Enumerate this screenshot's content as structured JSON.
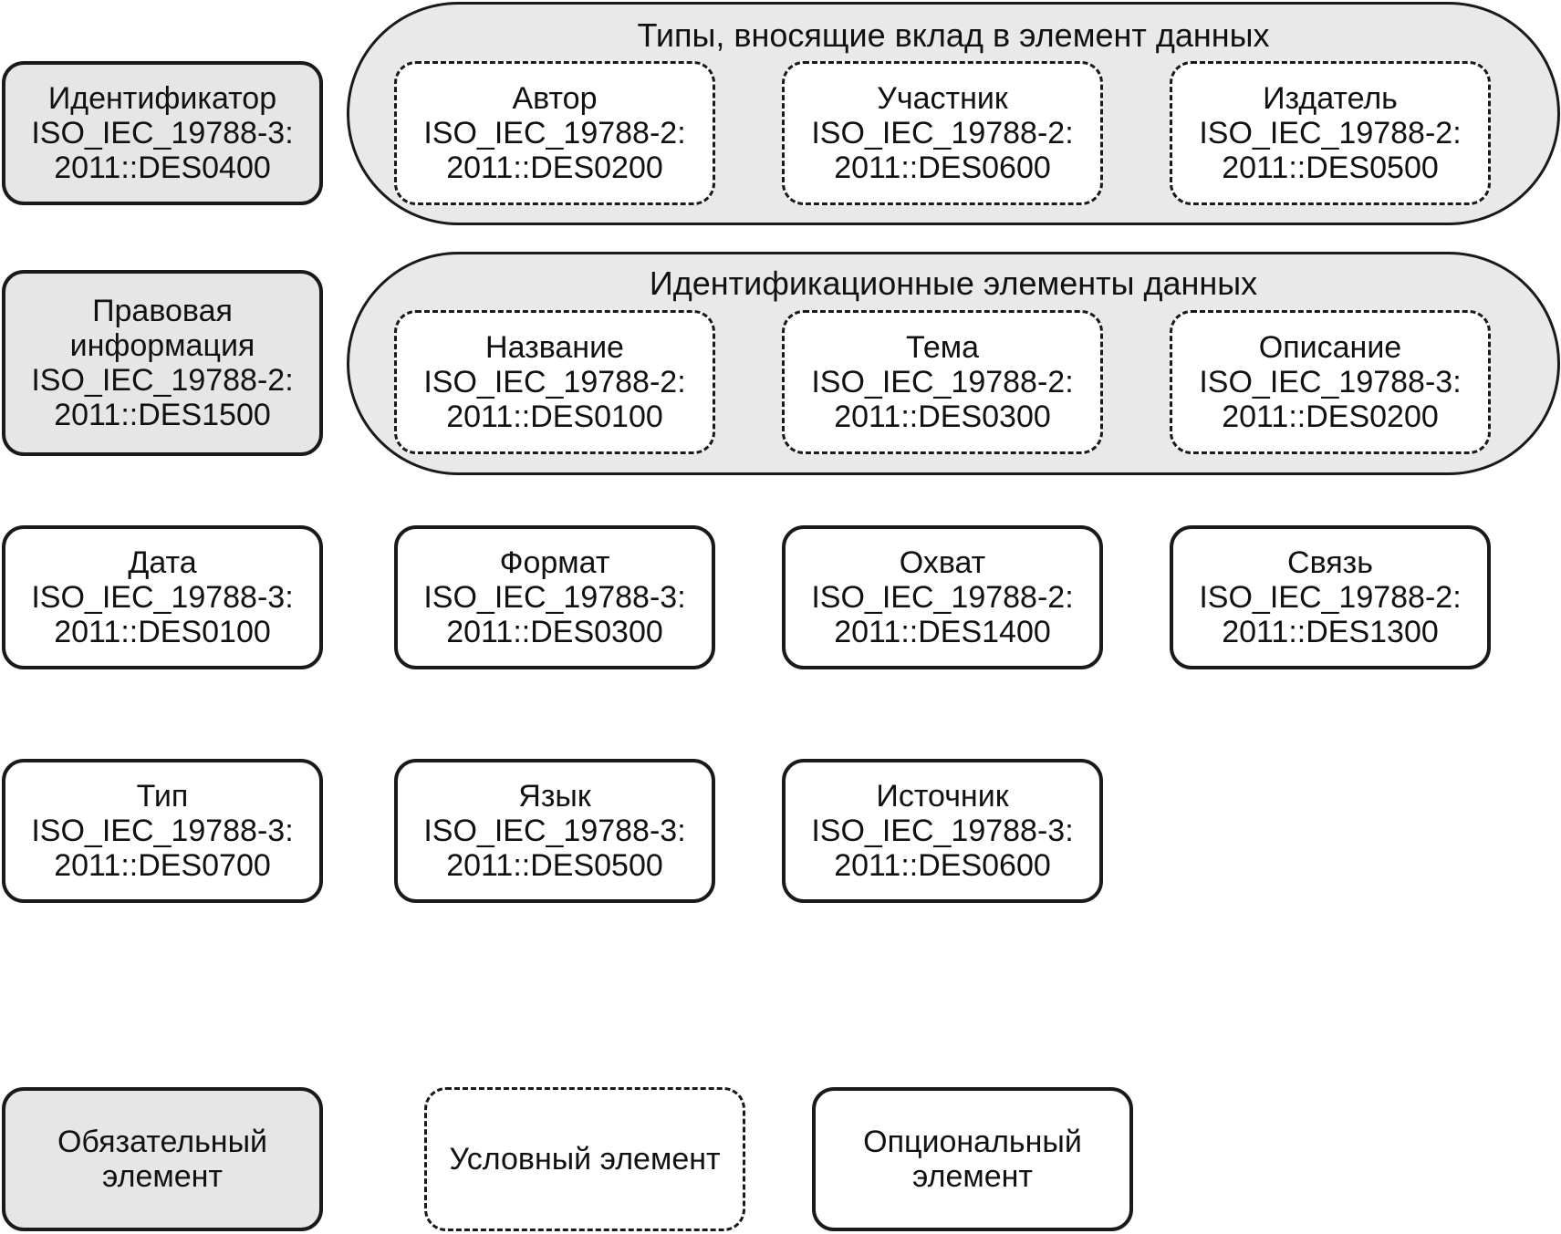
{
  "groups": [
    {
      "title": "Типы, вносящие вклад в элемент данных"
    },
    {
      "title": "Идентификационные элементы данных"
    }
  ],
  "elements": {
    "identifier": {
      "name": "Идентификатор",
      "code1": "ISO_IEC_19788-3:",
      "code2": "2011::DES0400"
    },
    "legal": {
      "name1": "Правовая",
      "name2": "информация",
      "code1": "ISO_IEC_19788-2:",
      "code2": "2011::DES1500"
    },
    "author": {
      "name": "Автор",
      "code1": "ISO_IEC_19788-2:",
      "code2": "2011::DES0200"
    },
    "contributor": {
      "name": "Участник",
      "code1": "ISO_IEC_19788-2:",
      "code2": "2011::DES0600"
    },
    "publisher": {
      "name": "Издатель",
      "code1": "ISO_IEC_19788-2:",
      "code2": "2011::DES0500"
    },
    "title": {
      "name": "Название",
      "code1": "ISO_IEC_19788-2:",
      "code2": "2011::DES0100"
    },
    "subject": {
      "name": "Тема",
      "code1": "ISO_IEC_19788-2:",
      "code2": "2011::DES0300"
    },
    "description": {
      "name": "Описание",
      "code1": "ISO_IEC_19788-3:",
      "code2": "2011::DES0200"
    },
    "date": {
      "name": "Дата",
      "code1": "ISO_IEC_19788-3:",
      "code2": "2011::DES0100"
    },
    "format": {
      "name": "Формат",
      "code1": "ISO_IEC_19788-3:",
      "code2": "2011::DES0300"
    },
    "coverage": {
      "name": "Охват",
      "code1": "ISO_IEC_19788-2:",
      "code2": "2011::DES1400"
    },
    "relation": {
      "name": "Связь",
      "code1": "ISO_IEC_19788-2:",
      "code2": "2011::DES1300"
    },
    "type": {
      "name": "Тип",
      "code1": "ISO_IEC_19788-3:",
      "code2": "2011::DES0700"
    },
    "language": {
      "name": "Язык",
      "code1": "ISO_IEC_19788-3:",
      "code2": "2011::DES0500"
    },
    "source": {
      "name": "Источник",
      "code1": "ISO_IEC_19788-3:",
      "code2": "2011::DES0600"
    }
  },
  "legend": {
    "mandatory": {
      "line1": "Обязательный",
      "line2": "элемент"
    },
    "conditional": {
      "line1": "Условный элемент"
    },
    "optional": {
      "line1": "Опциональный",
      "line2": "элемент"
    }
  }
}
